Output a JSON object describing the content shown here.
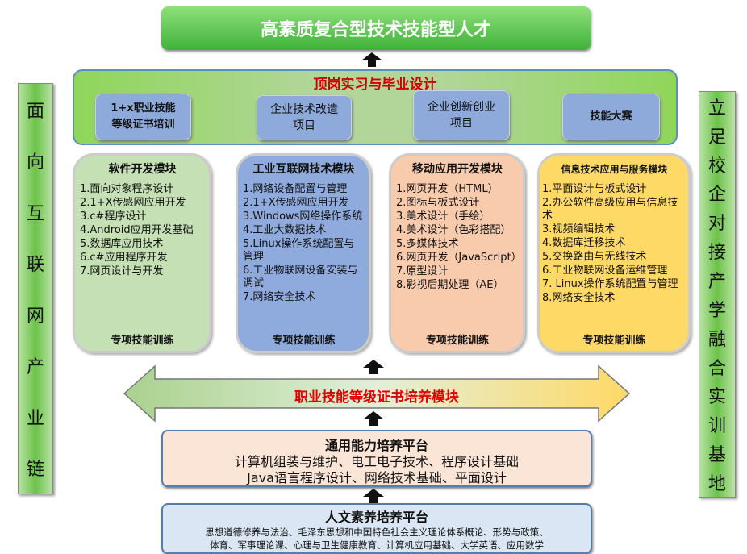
{
  "top_banner": "高素质复合型技术技能型人才",
  "practice": {
    "title": "顶岗实习与毕业设计",
    "items": [
      [
        "1+x职业技能",
        "等级证书培训"
      ],
      [
        "企业技术改造",
        "项目"
      ],
      [
        "企业创新创业",
        "项目"
      ],
      [
        "技能大赛"
      ]
    ]
  },
  "left_side": [
    "面",
    "向",
    "互",
    "联",
    "网",
    "产",
    "业",
    "链"
  ],
  "right_side": [
    "立",
    "足",
    "校",
    "企",
    "对",
    "接",
    "产",
    "学",
    "融",
    "合",
    "实",
    "训",
    "基",
    "地"
  ],
  "modules": [
    {
      "title": "软件开发模块",
      "items": [
        "1.面向对象程序设计",
        "2.1+X传感网应用开发",
        "3.c#程序设计",
        "4.Android应用开发基础",
        "5.数据库应用技术",
        "6.c#应用程序开发",
        "7.网页设计与开发"
      ],
      "footer": "专项技能训练"
    },
    {
      "title": "工业互联网技术模块",
      "items": [
        "1.网络设备配置与管理",
        "2.1+X传感网应用开发",
        "3.Windows网络操作系统",
        "4.工业大数据技术",
        "5.Linux操作系统配置与管理",
        "6.工业物联网设备安装与调试",
        "7.网络安全技术"
      ],
      "footer": "专项技能训练"
    },
    {
      "title": "移动应用开发模块",
      "items": [
        "1.网页开发（HTML）",
        "2.图标与板式设计",
        "3.美术设计（手绘）",
        "4.美术设计（色彩搭配）",
        "5.多媒体技术",
        "6.网页开发（JavaScript）",
        "7.原型设计",
        "8.影视后期处理（AE）"
      ],
      "footer": "专项技能训练"
    },
    {
      "title": "信息技术应用与服务模块",
      "items": [
        "1.平面设计与板式设计",
        "2.办公软件高级应用与信息技术",
        "3.视频编辑技术",
        "4.数据库迁移技术",
        "5.交换路由与无线技术",
        "6.工业物联网设备运维管理",
        "7. Linux操作系统配置与管理",
        "8.网络安全技术"
      ],
      "footer": "专项技能训练"
    }
  ],
  "cert_module": "职业技能等级证书培养模块",
  "general": {
    "title": "通用能力培养平台",
    "lines": [
      "计算机组装与维护、电工电子技术、程序设计基础",
      "Java语言程序设计、网络技术基础、平面设计"
    ]
  },
  "humanities": {
    "title": "人文素养培养平台",
    "lines": [
      "思想道德修养与法治、毛泽东思想和中国特色社会主义理论体系概论、形势与政策、",
      "体育、军事理论课、心理与卫生健康教育、计算机应用基础、大学英语、应用数学"
    ]
  }
}
